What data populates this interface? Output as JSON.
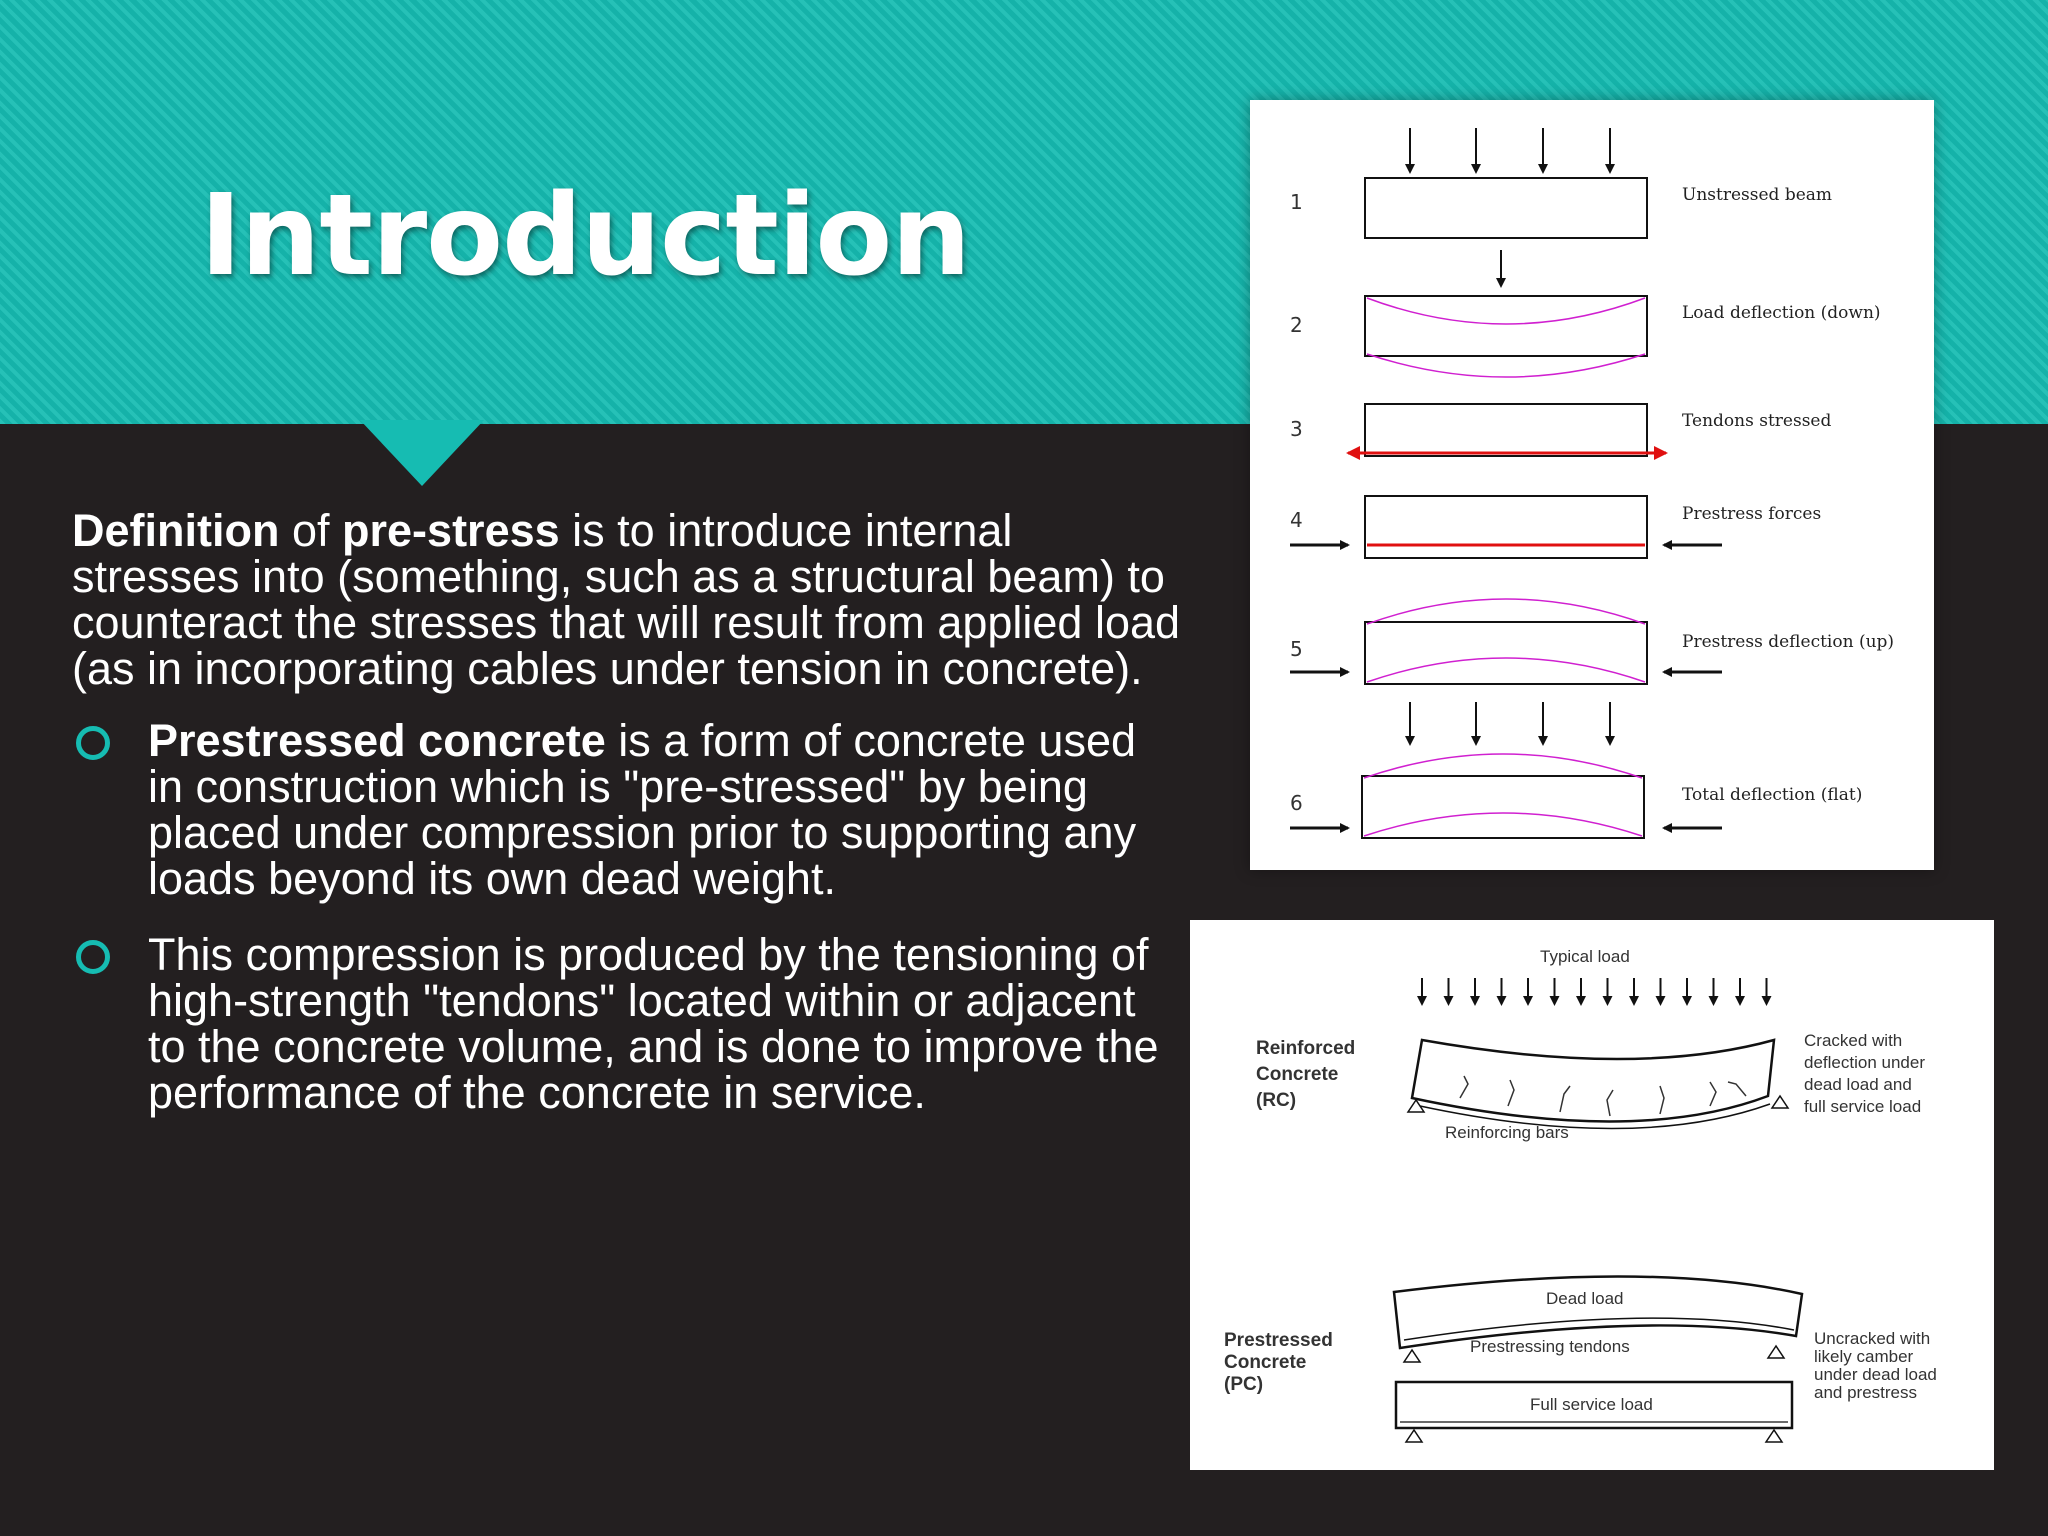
{
  "slide": {
    "title": "Introduction",
    "definition": {
      "term": "Definition",
      "of": "of",
      "subject": "pre-stress",
      "text": " is to introduce internal stresses into (something, such as a structural beam) to counteract the stresses that will result from applied load (as in incorporating cables under tension in concrete)."
    },
    "bullets": [
      {
        "bold": "Prestressed concrete",
        "text": " is a form of concrete used in construction which is \"pre-stressed\" by being placed under compression prior to supporting any loads beyond its own dead weight."
      },
      {
        "bold": "",
        "text": "This compression is produced by the tensioning of high-strength \"tendons\" located within or adjacent to the concrete volume, and is done to improve the performance of the concrete in service."
      }
    ]
  },
  "figure1": {
    "steps": [
      {
        "number": "1",
        "label": "Unstressed beam"
      },
      {
        "number": "2",
        "label": "Load deflection (down)"
      },
      {
        "number": "3",
        "label": "Tendons stressed"
      },
      {
        "number": "4",
        "label": "Prestress forces"
      },
      {
        "number": "5",
        "label": "Prestress deflection (up)"
      },
      {
        "number": "6",
        "label": "Total deflection (flat)"
      }
    ]
  },
  "figure2": {
    "typical_load": "Typical load",
    "rc_label": [
      "Reinforced",
      "Concrete",
      "(RC)"
    ],
    "rc_bars": "Reinforcing bars",
    "rc_note": [
      "Cracked with",
      "deflection under",
      "dead load and",
      "full service load"
    ],
    "pc_label": [
      "Prestressed",
      "Concrete",
      "(PC)"
    ],
    "dead_load": "Dead load",
    "tendons": "Prestressing tendons",
    "full_service": "Full service load",
    "pc_note": [
      "Uncracked with",
      "likely camber",
      "under dead load",
      "and prestress"
    ]
  },
  "colors": {
    "accent": "#16bcb2",
    "background": "#231f20",
    "tendon": "#e01010",
    "deflection": "#d020d0"
  }
}
